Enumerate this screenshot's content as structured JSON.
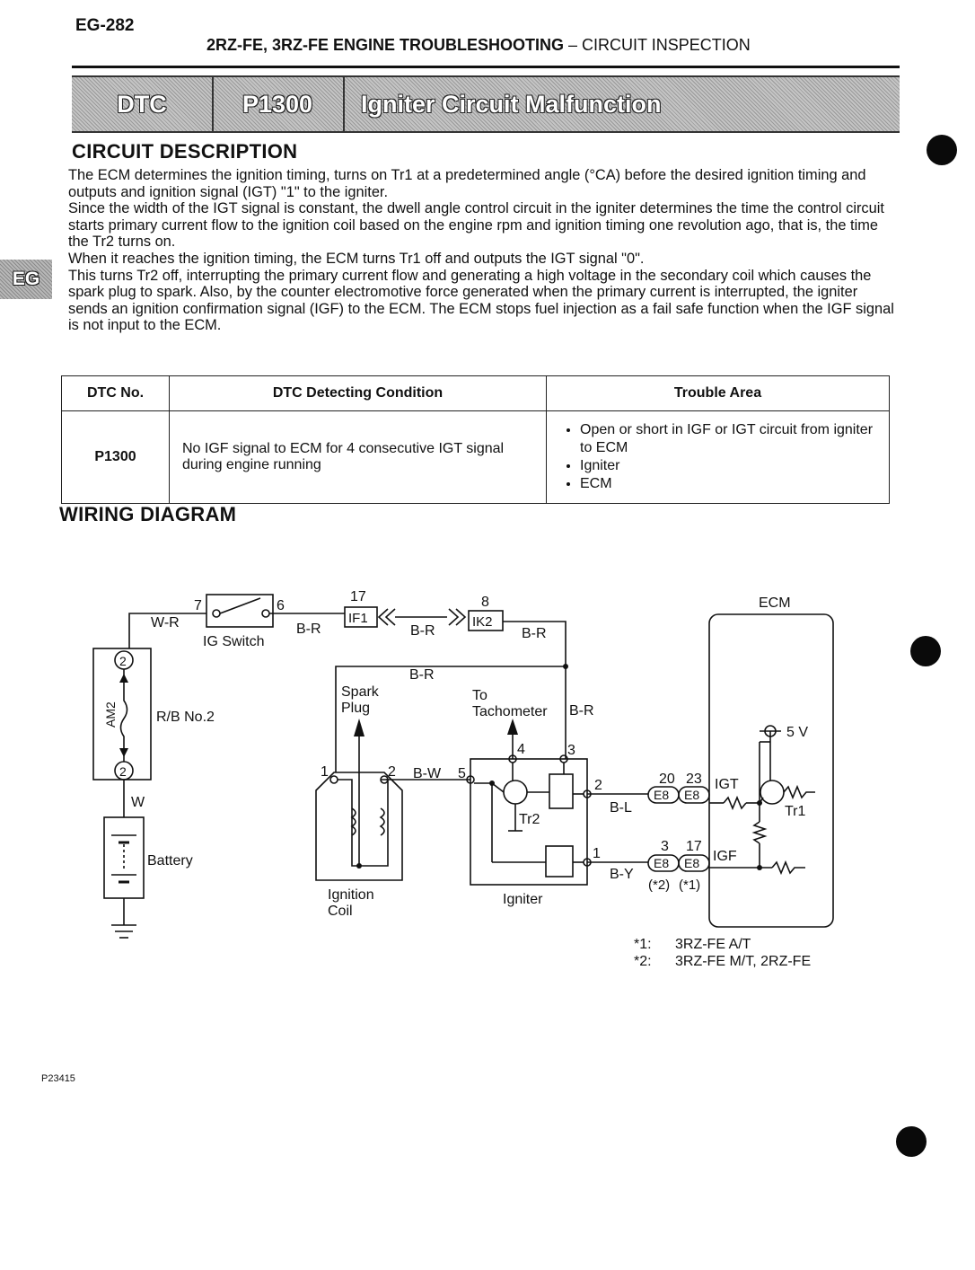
{
  "header": {
    "page_number": "EG-282",
    "title_bold": "2RZ-FE, 3RZ-FE ENGINE TROUBLESHOOTING",
    "title_sep": " – ",
    "title_rest": "CIRCUIT INSPECTION"
  },
  "banner": {
    "label": "DTC",
    "code": "P1300",
    "title": "Igniter Circuit Malfunction"
  },
  "side_tab": "EG",
  "circuit_description": {
    "heading": "CIRCUIT DESCRIPTION",
    "paragraphs": [
      "The ECM determines the ignition timing, turns on Tr1 at a predetermined angle (°CA) before the desired ignition timing and outputs and ignition signal (IGT) \"1\" to the igniter.",
      "Since the width of the IGT signal is constant, the dwell angle control circuit in the igniter determines the time the control circuit starts primary current flow to the ignition coil based on the engine rpm and ignition timing one revolution ago, that is, the time the Tr2 turns on.",
      "When it reaches the ignition timing, the ECM turns Tr1 off and outputs the IGT signal \"0\".",
      "This turns Tr2 off, interrupting the primary current flow and generating a high voltage in the secondary coil which causes the spark plug to spark. Also, by the counter electromotive force generated when the primary current is interrupted, the igniter sends an ignition confirmation signal (IGF) to the ECM. The ECM stops fuel injection as a fail safe function when the IGF signal is not input to the ECM."
    ]
  },
  "dtc_table": {
    "headers": [
      "DTC No.",
      "DTC Detecting Condition",
      "Trouble Area"
    ],
    "row": {
      "dtc_no": "P1300",
      "condition": "No IGF signal to ECM for 4 consecutive IGT signal during engine running",
      "trouble_areas": [
        "Open or short in IGF or IGT circuit from igniter to ECM",
        "Igniter",
        "ECM"
      ]
    }
  },
  "wiring": {
    "heading": "WIRING DIAGRAM",
    "labels": {
      "ig_switch": "IG Switch",
      "pin7": "7",
      "pin6": "6",
      "wr": "W-R",
      "br1": "B-R",
      "br2": "B-R",
      "br3": "B-R",
      "br4": "B-R",
      "br5": "B-R",
      "if1_pin": "17",
      "if1": "IF1",
      "ik2_pin": "8",
      "ik2": "IK2",
      "rb": "R/B No.2",
      "am2": "AM2",
      "fuse_pin_top": "2",
      "fuse_pin_bot": "2",
      "w": "W",
      "battery": "Battery",
      "spark1": "Spark",
      "spark2": "Plug",
      "tach1": "To",
      "tach2": "Tachometer",
      "coil_p1": "1",
      "coil_p2": "2",
      "bw": "B-W",
      "coil1": "Ignition",
      "coil2": "Coil",
      "ign_p5": "5",
      "ign_p4": "4",
      "ign_p3": "3",
      "ign_p2": "2",
      "ign_p1": "1",
      "tr2": "Tr2",
      "igniter": "Igniter",
      "bl": "B-L",
      "by": "B-Y",
      "e8": "E8",
      "c20": "20",
      "c23": "23",
      "c3": "3",
      "c17": "17",
      "star2": "(*2)",
      "star1": "(*1)",
      "ecm": "ECM",
      "igt": "IGT",
      "igf": "IGF",
      "v5": "5 V",
      "tr1": "Tr1"
    },
    "notes": [
      {
        "key": "*1:",
        "text": "3RZ-FE A/T"
      },
      {
        "key": "*2:",
        "text": "3RZ-FE M/T, 2RZ-FE"
      }
    ]
  },
  "figure_id": "P23415"
}
